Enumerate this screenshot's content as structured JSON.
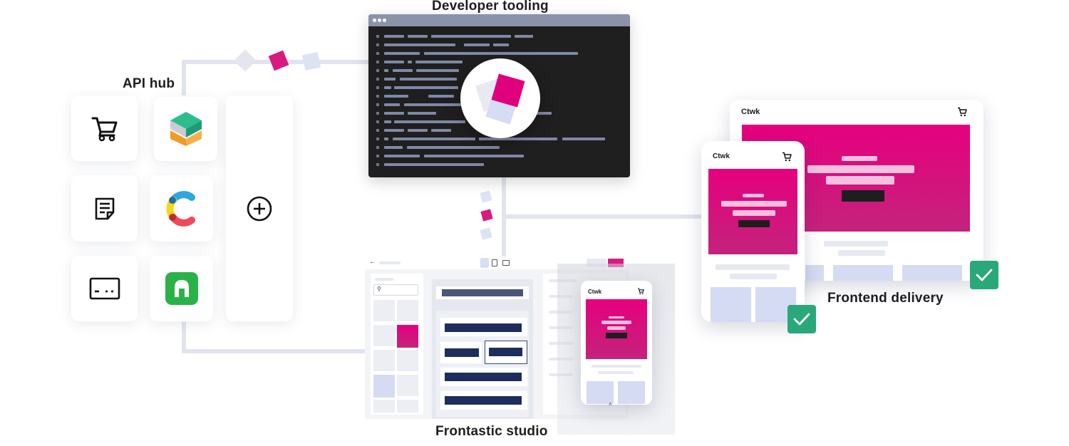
{
  "labels": {
    "developer_tooling": "Developer tooling",
    "api_hub": "API hub",
    "frontastic_studio": "Frontastic studio",
    "frontend_delivery": "Frontend delivery"
  },
  "api_hub": {
    "items": [
      {
        "icon": "shopping-cart-icon"
      },
      {
        "icon": "layered-cube-logo-icon"
      },
      {
        "icon": "document-icon"
      },
      {
        "icon": "contentful-logo-icon"
      },
      {
        "icon": "terminal-card-icon"
      },
      {
        "icon": "green-logo-icon"
      },
      {
        "icon": "add-circle-icon"
      }
    ]
  },
  "previews": {
    "desktop_brand": "Ctwk",
    "mobile_brand": "Ctwk",
    "studio_phone_brand": "Ctwk"
  },
  "colors": {
    "accent_pink": "#e6007e",
    "line": "#e1e4ef",
    "code_bg": "#1f1f1f",
    "check_green": "#29a87a",
    "navy_block": "#1f2d5c",
    "pale_blue": "#d4dbf3"
  }
}
